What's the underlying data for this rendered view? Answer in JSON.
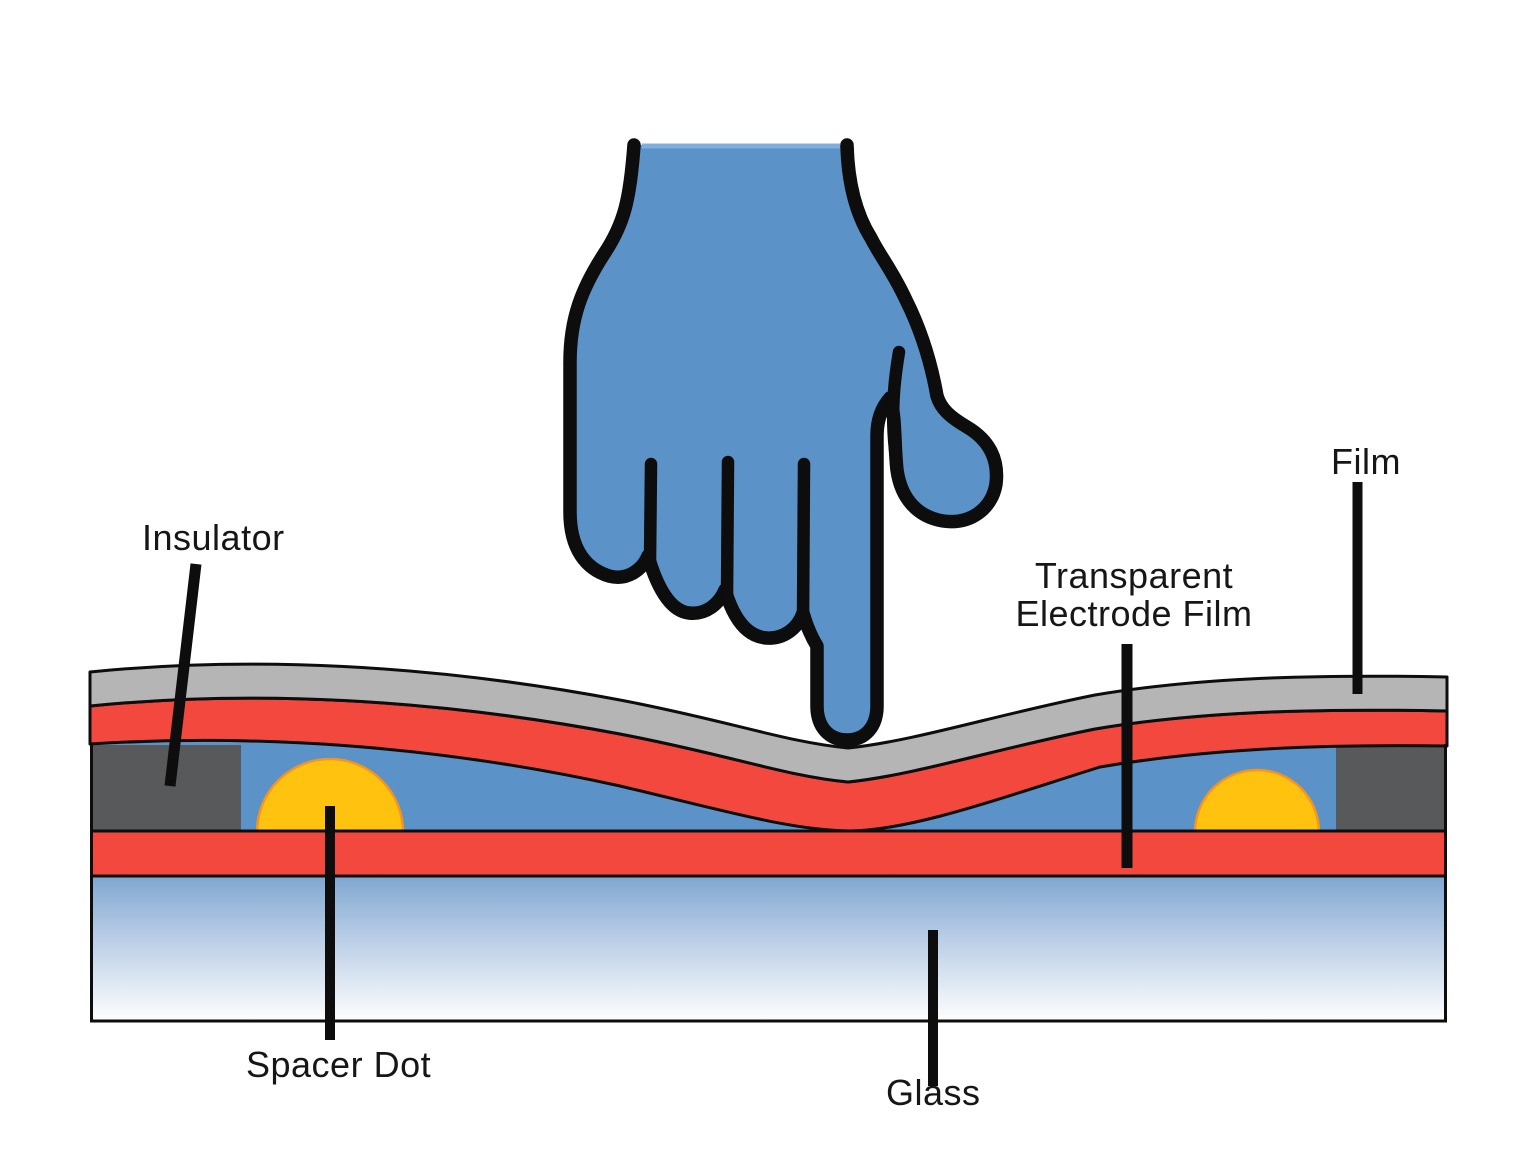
{
  "diagram": {
    "labels": {
      "insulator": "Insulator",
      "film": "Film",
      "transparent_electrode_film": [
        "Transparent",
        "Electrode Film"
      ],
      "spacer_dot": "Spacer Dot",
      "glass": "Glass"
    },
    "colors": {
      "outline": "#0d0d0d",
      "film_gray": "#b5b5b5",
      "electrode_red": "#f2483d",
      "insulator_gray": "#58595b",
      "gap_blue": "#5b93c8",
      "spacer_yellow": "#ffc20e",
      "spacer_edge_orange": "#f7941e",
      "glass_top": "#7fa7d1",
      "glass_mid": "#bccfe7",
      "glass_bottom": "#fdfefe",
      "hand_fill": "#5b92c7",
      "hand_top_highlight": "#7fb0dd"
    }
  }
}
